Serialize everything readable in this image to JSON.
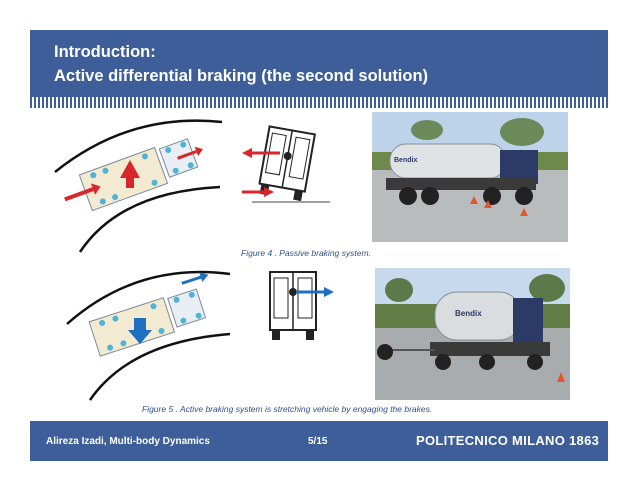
{
  "slide": {
    "title_line1": "Introduction:",
    "title_line2": "Active differential braking (the second solution)"
  },
  "figures": {
    "fig4_caption": "Figure 4 . Passive braking system.",
    "fig5_caption": "Figure 5 . Active braking system is stretching vehicle by engaging the brakes.",
    "photo_tank_label": "Bendix"
  },
  "footer": {
    "author": "Alireza Izadi, Multi-body Dynamics",
    "page": "5/15",
    "logo": "POLITECNICO MILANO 1863"
  },
  "colors": {
    "brand_blue": "#3d5e98",
    "arrow_red": "#d9262a",
    "arrow_blue": "#1f6fc1"
  }
}
